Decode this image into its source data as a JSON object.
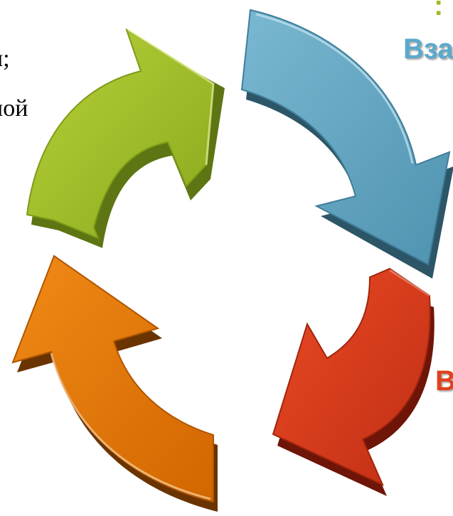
{
  "colors": {
    "green": "#9cbb22",
    "blue": "#5fa3bf",
    "red": "#d73a1c",
    "orange": "#e07000",
    "text_blue": "#5ba9cc",
    "text_red": "#e2401d"
  },
  "fragments": {
    "top_colon": ":",
    "line1": "и;",
    "line2": "ной",
    "blue_label": "Вза",
    "red_label": "В"
  },
  "diagram": {
    "type": "cycle",
    "arrows": [
      {
        "color_name": "green",
        "direction": "clockwise"
      },
      {
        "color_name": "blue",
        "direction": "clockwise"
      },
      {
        "color_name": "red",
        "direction": "clockwise"
      },
      {
        "color_name": "orange",
        "direction": "clockwise"
      }
    ]
  }
}
